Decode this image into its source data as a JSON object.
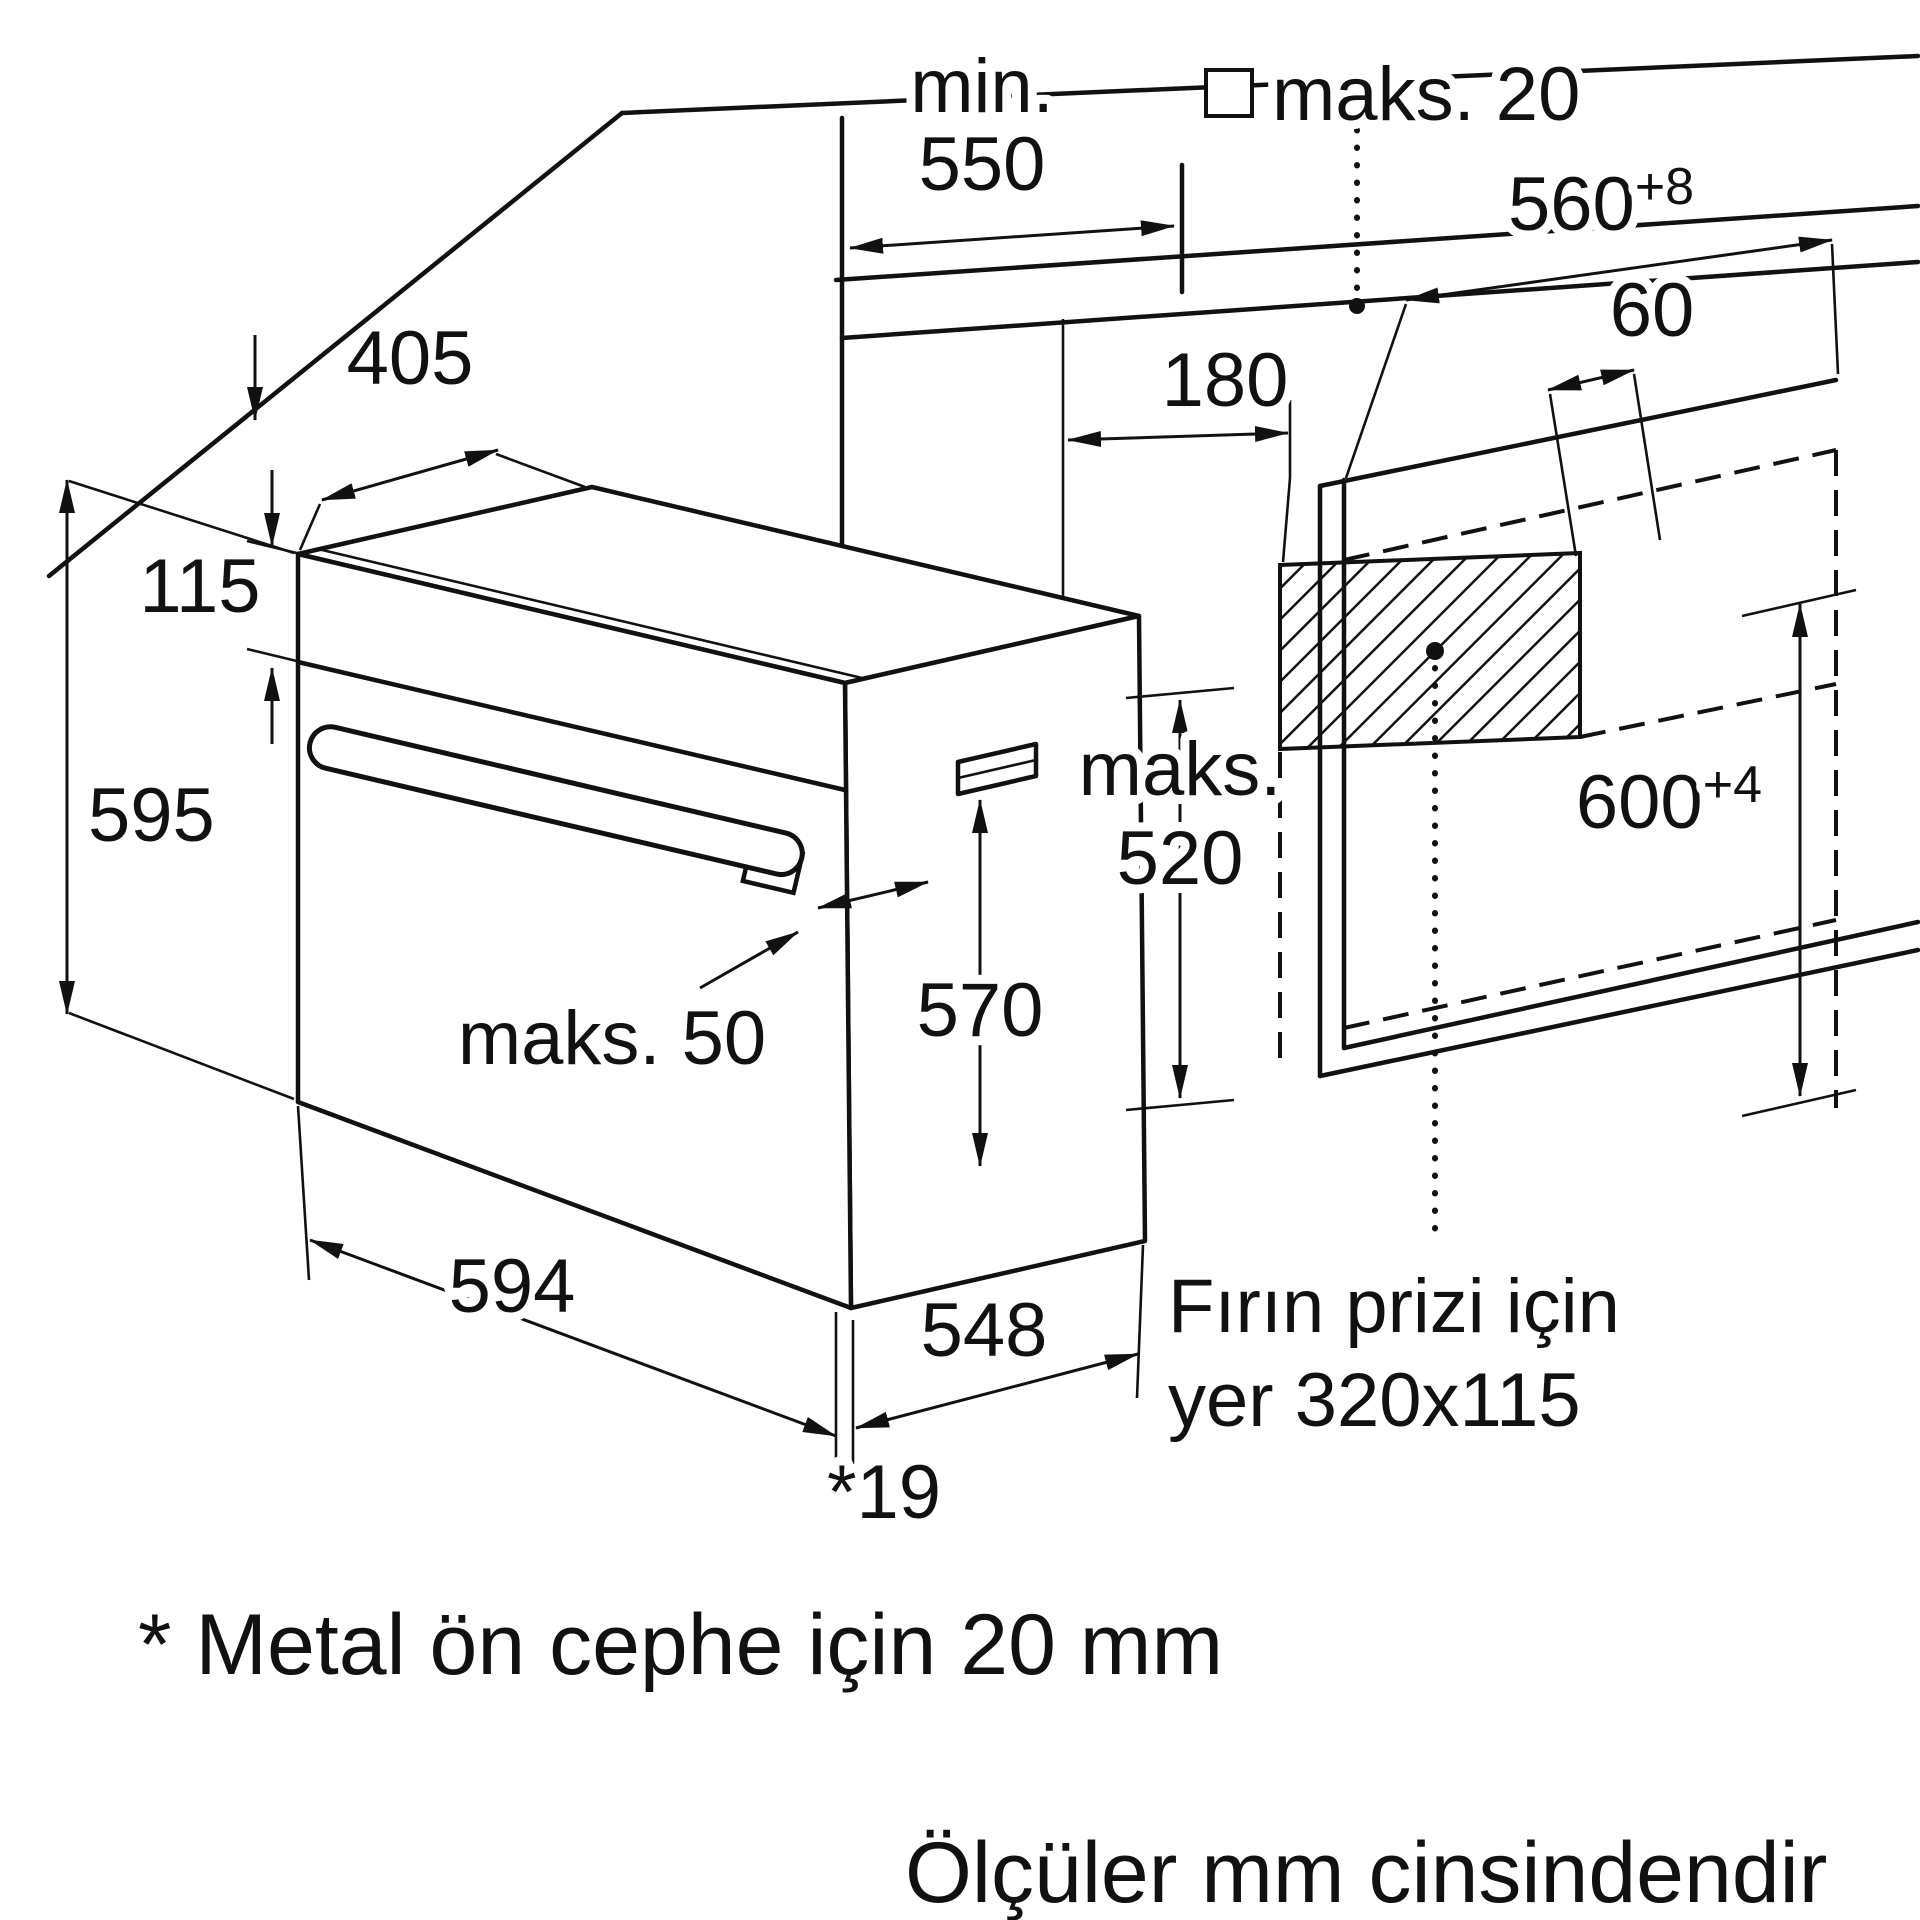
{
  "dims": {
    "min_label": "min.",
    "min_value": "550",
    "gap_square": "maks. 20",
    "width_top": "560",
    "width_top_tol": "+8",
    "top_depth": "405",
    "panel_height": "115",
    "oven_height": "595",
    "socket_offset": "180",
    "socket_right_gap": "60",
    "niche_height": "600",
    "niche_height_tol": "+4",
    "niche_inner_label": "maks.",
    "niche_inner_value": "520",
    "body_height": "570",
    "handle_gap": "maks. 50",
    "oven_width": "594",
    "body_depth": "548",
    "front_overhang": "*19"
  },
  "socket_note": {
    "line1": "Fırın prizi için",
    "line2": "yer 320x115"
  },
  "footnote": "* Metal ön cephe için 20 mm",
  "units_note": "Ölçüler mm cinsindendir"
}
